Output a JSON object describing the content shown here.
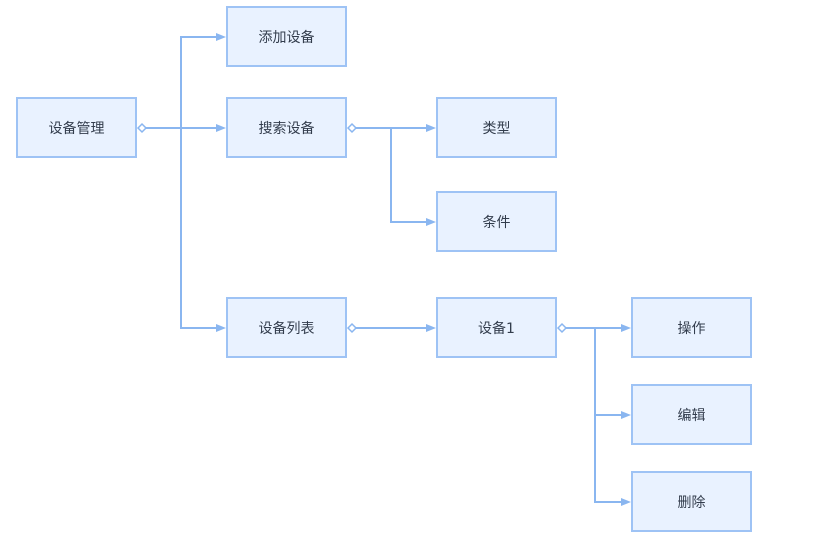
{
  "nodes": {
    "root": "设备管理",
    "add": "添加设备",
    "search": "搜索设备",
    "list": "设备列表",
    "type": "类型",
    "condition": "条件",
    "device1": "设备1",
    "operate": "操作",
    "edit": "编辑",
    "delete": "删除"
  },
  "edges": [
    {
      "from": "root",
      "to": "add"
    },
    {
      "from": "root",
      "to": "search"
    },
    {
      "from": "root",
      "to": "list"
    },
    {
      "from": "search",
      "to": "type"
    },
    {
      "from": "search",
      "to": "condition"
    },
    {
      "from": "list",
      "to": "device1"
    },
    {
      "from": "device1",
      "to": "operate"
    },
    {
      "from": "device1",
      "to": "edit"
    },
    {
      "from": "device1",
      "to": "delete"
    }
  ],
  "colors": {
    "node_fill": "#e9f2ff",
    "node_border": "#9ec3f5",
    "edge": "#8ab6f0",
    "text": "#333d4d"
  }
}
